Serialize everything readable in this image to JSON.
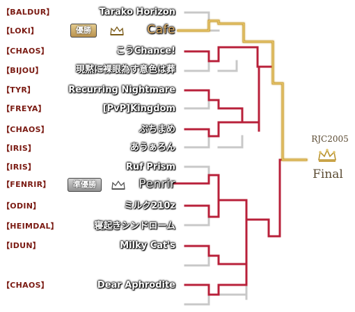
{
  "tournament": "RJC2005",
  "final_label": "Final",
  "badges": {
    "winner": "優勝",
    "runner_up": "準優勝"
  },
  "colors": {
    "line_gray": "#c8c8c8",
    "line_red": "#b8203a",
    "line_gold": "#c99b2e",
    "server_text": "#7a1a12",
    "winner_text": "#e9b66a"
  },
  "entries": [
    {
      "server": "【BALDUR】",
      "team": "Tarako Horizon"
    },
    {
      "server": "【LOKI】",
      "team": "Cafe"
    },
    {
      "server": "【CHAOS】",
      "team": "こうChance!"
    },
    {
      "server": "【BIJOU】",
      "team": "現黙に裸眼為す意色は葬"
    },
    {
      "server": "【TYR】",
      "team": "Recurring Nightmare"
    },
    {
      "server": "【FREYA】",
      "team": "[PvP]Kingdom"
    },
    {
      "server": "【CHAOS】",
      "team": "ぷちまめ"
    },
    {
      "server": "【IRIS】",
      "team": "あうぁろん"
    },
    {
      "server": "【IRIS】",
      "team": "Ruf Prism"
    },
    {
      "server": "【FENRIR】",
      "team": "Penrir"
    },
    {
      "server": "【ODIN】",
      "team": "ミルク210z"
    },
    {
      "server": "【HEIMDAL】",
      "team": "寝起きシンドローム"
    },
    {
      "server": "【IDUN】",
      "team": "Milky Cat's"
    },
    {
      "server": "【CHAOS】",
      "team": "Dear Aphrodite"
    }
  ]
}
